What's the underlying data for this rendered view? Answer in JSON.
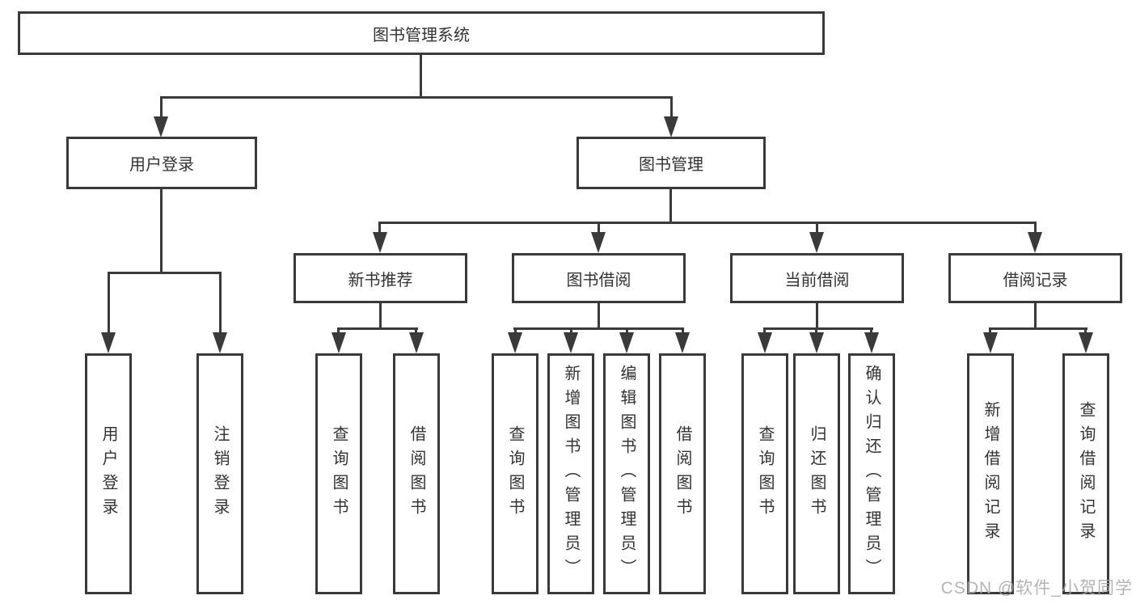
{
  "nodes": {
    "root": {
      "label": "图书管理系统"
    },
    "level2": [
      {
        "label": "用户登录"
      },
      {
        "label": "图书管理"
      }
    ],
    "level3": [
      {
        "label": "新书推荐"
      },
      {
        "label": "图书借阅"
      },
      {
        "label": "当前借阅"
      },
      {
        "label": "借阅记录"
      }
    ],
    "leaves": [
      {
        "label": "用户登录"
      },
      {
        "label": "注销登录"
      },
      {
        "label": "查询图书"
      },
      {
        "label": "借阅图书"
      },
      {
        "label": "查询图书"
      },
      {
        "label": "新增图书（管理员）"
      },
      {
        "label": "编辑图书（管理员）"
      },
      {
        "label": "借阅图书"
      },
      {
        "label": "查询图书"
      },
      {
        "label": "归还图书"
      },
      {
        "label": "确认归还（管理员）"
      },
      {
        "label": "新增借阅记录"
      },
      {
        "label": "查询借阅记录"
      }
    ]
  },
  "watermark": "CSDN @软件_小贺同学",
  "colors": {
    "line": "#3a3a3a",
    "text": "#333333",
    "background": "#ffffff",
    "watermark": "#a8a8a8"
  }
}
